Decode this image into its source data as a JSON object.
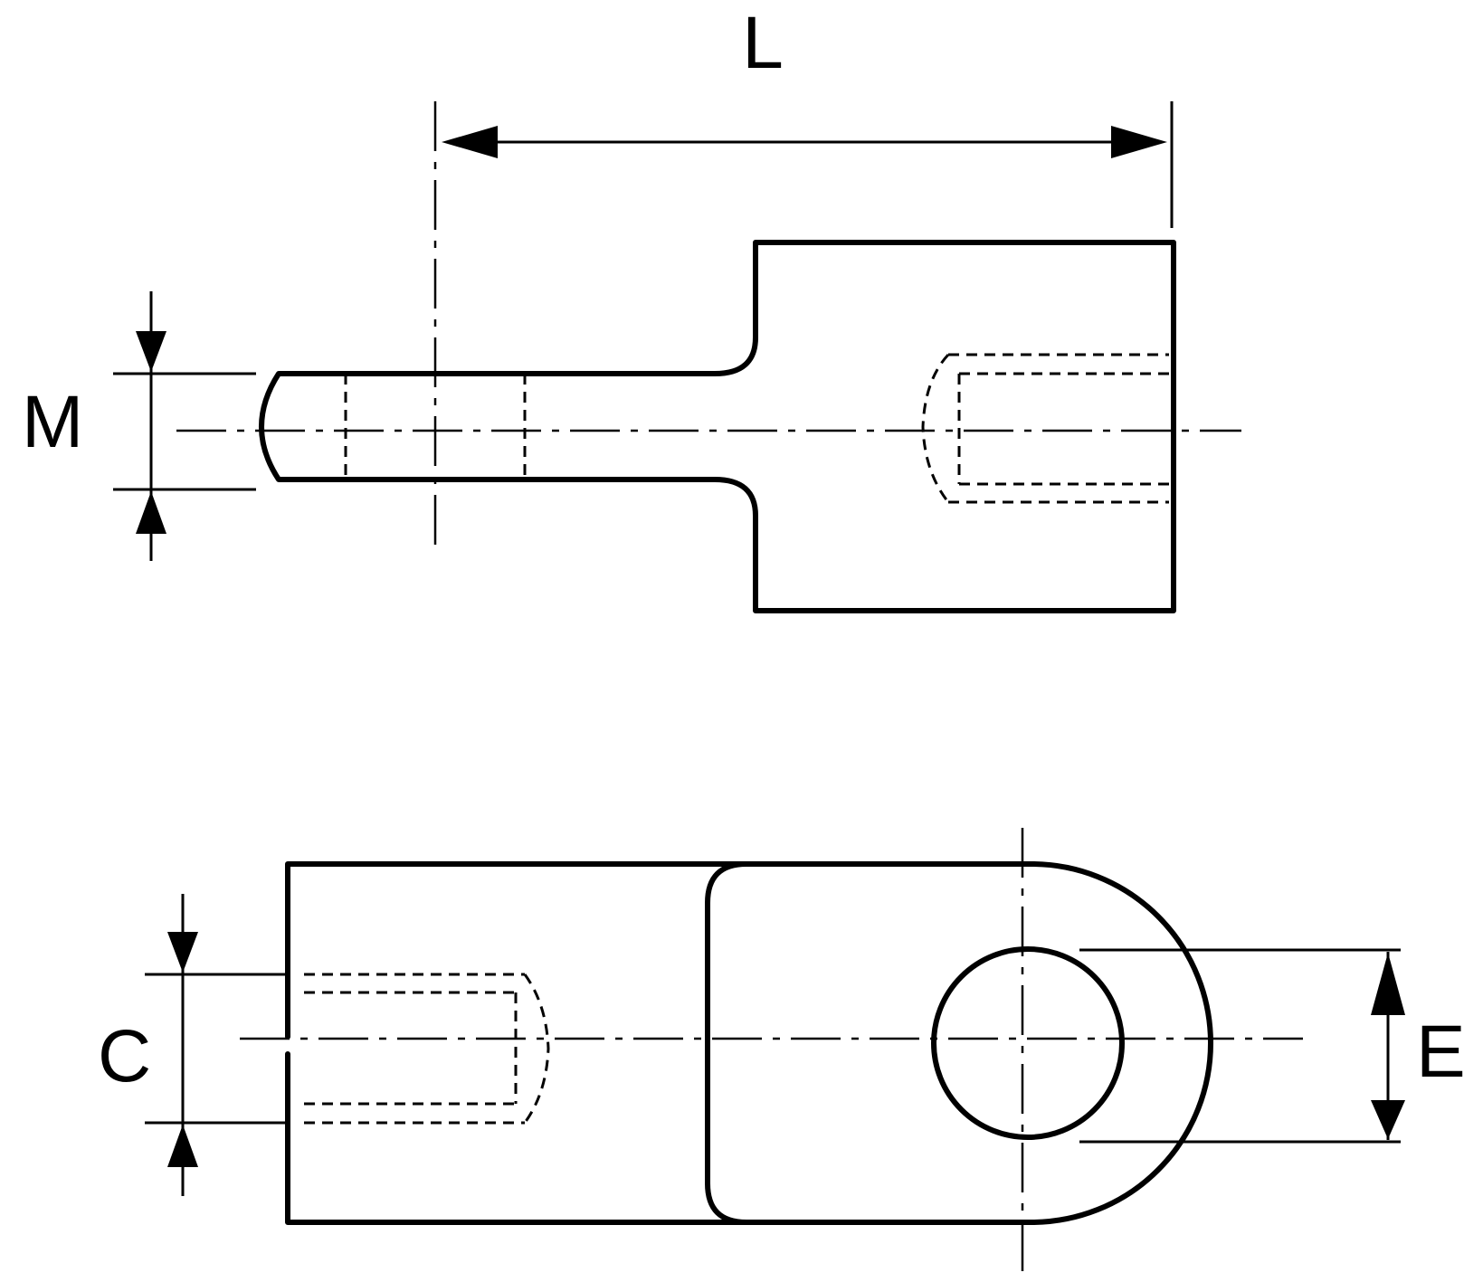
{
  "labels": {
    "length": "L",
    "thread": "M",
    "slot": "C",
    "hole": "E"
  },
  "colors": {
    "line": "#000000",
    "background": "#ffffff"
  }
}
